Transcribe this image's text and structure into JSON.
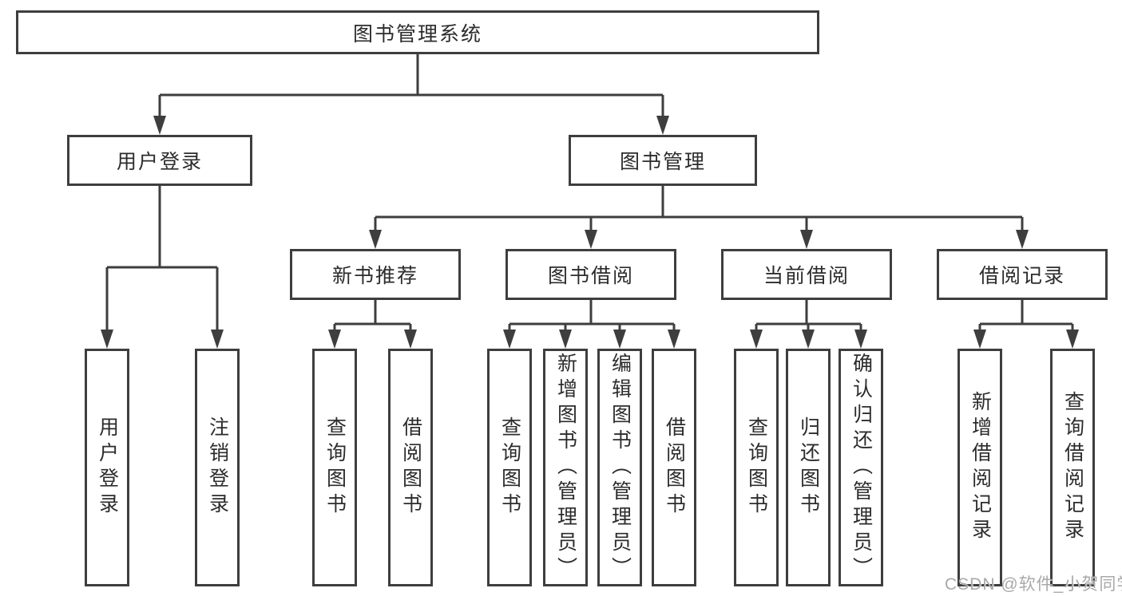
{
  "tree": {
    "label": "图书管理系统",
    "children": [
      {
        "label": "用户登录",
        "children": [
          {
            "label": "用户登录"
          },
          {
            "label": "注销登录"
          }
        ]
      },
      {
        "label": "图书管理",
        "children": [
          {
            "label": "新书推荐",
            "children": [
              {
                "label": "查询图书"
              },
              {
                "label": "借阅图书"
              }
            ]
          },
          {
            "label": "图书借阅",
            "children": [
              {
                "label": "查询图书"
              },
              {
                "label": "新增图书（管理员）"
              },
              {
                "label": "编辑图书（管理员）"
              },
              {
                "label": "借阅图书"
              }
            ]
          },
          {
            "label": "当前借阅",
            "children": [
              {
                "label": "查询图书"
              },
              {
                "label": "归还图书"
              },
              {
                "label": "确认归还（管理员）"
              }
            ]
          },
          {
            "label": "借阅记录",
            "children": [
              {
                "label": "新增借阅记录"
              },
              {
                "label": "查询借阅记录"
              }
            ]
          }
        ]
      }
    ]
  },
  "watermark": {
    "text": "CSDN @软件_小贺同学"
  },
  "colors": {
    "border": "#3e3e3e",
    "line": "#3e3e3e",
    "text": "#2c2c2c",
    "watermark": "#a9a9a9",
    "background": "#ffffff"
  }
}
